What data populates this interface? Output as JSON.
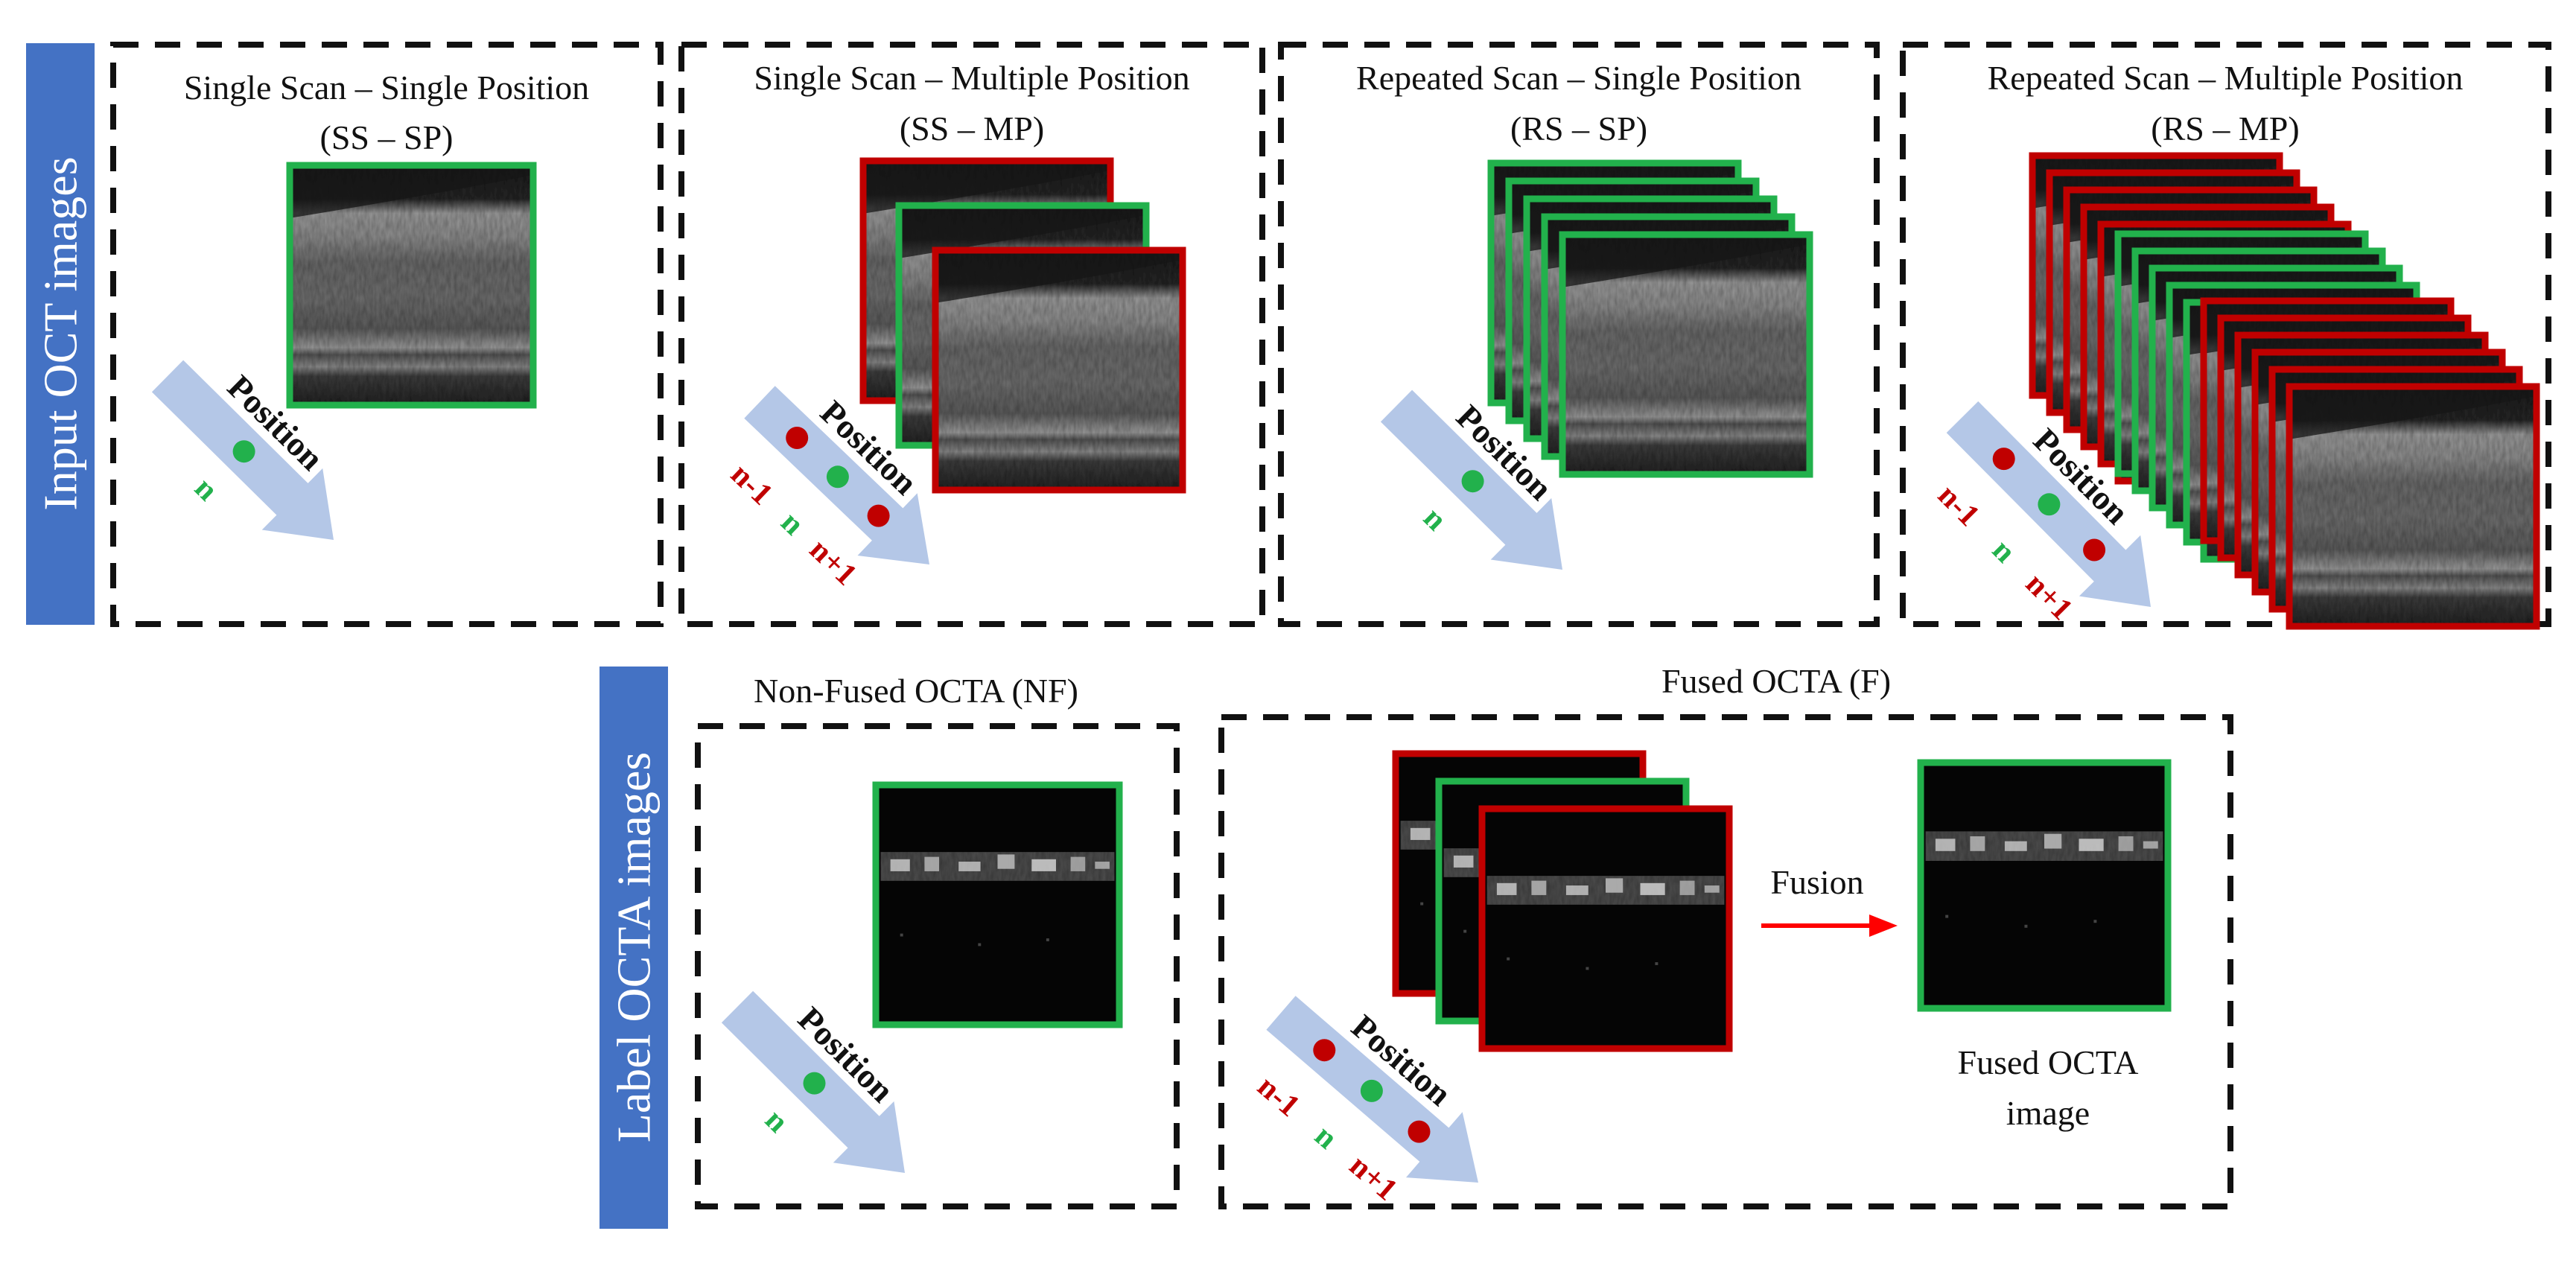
{
  "side_labels": {
    "input": "Input OCT images",
    "label": "Label OCTA images"
  },
  "panels": {
    "ss_sp": {
      "title_1": "Single Scan – Single Position",
      "title_2": "(SS – SP)"
    },
    "ss_mp": {
      "title_1": "Single Scan – Multiple Position",
      "title_2": "(SS – MP)"
    },
    "rs_sp": {
      "title_1": "Repeated Scan – Single Position",
      "title_2": "(RS – SP)"
    },
    "rs_mp": {
      "title_1": "Repeated Scan – Multiple Position",
      "title_2": "(RS – MP)"
    },
    "nf": {
      "title": "Non-Fused OCTA (NF)"
    },
    "f": {
      "title": "Fused OCTA (F)"
    }
  },
  "arrow_text": "Position",
  "markers": {
    "prev": "n-1",
    "cur": "n",
    "next": "n+1"
  },
  "fusion": {
    "label": "Fusion",
    "result_1": "Fused OCTA",
    "result_2": "image"
  },
  "colors": {
    "side_label_bg": "#4472c4",
    "frame_green": "#22b14c",
    "frame_red": "#c00000",
    "arrow": "#b4c7e7",
    "fusion_arrow": "#ff0000",
    "dashed_border": "#111111"
  }
}
